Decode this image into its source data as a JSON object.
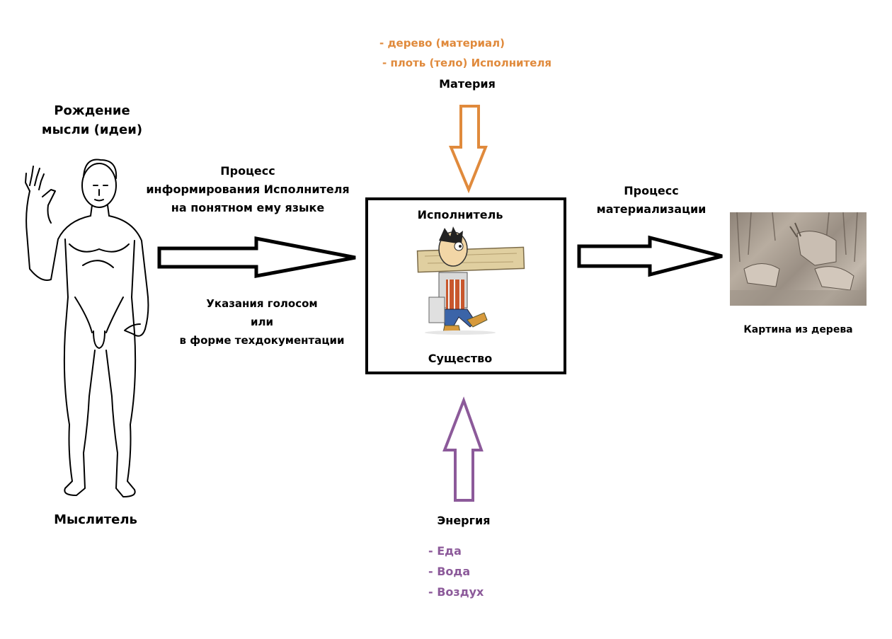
{
  "thinker": {
    "heading_lines": [
      "Рождение",
      "мысли (идеи)"
    ],
    "label": "Мыслитель",
    "figure_icon": "human-figure-outline-icon"
  },
  "informing": {
    "heading_lines": [
      "Процесс",
      "информирования Исполнителя",
      "на понятном ему языке"
    ],
    "method_lines": [
      "Указания голосом",
      "или",
      "в форме техдокументации"
    ]
  },
  "matter": {
    "items": [
      "- дерево (материал)",
      "- плоть (тело) Исполнителя"
    ],
    "label": "Материя",
    "color": "#e08a3c"
  },
  "executor": {
    "title": "Исполнитель",
    "subtitle": "Существо",
    "figure_icon": "worker-carrying-plank-icon"
  },
  "materialization": {
    "heading_lines": [
      "Процесс",
      "материализации"
    ]
  },
  "result": {
    "label": "Картина из дерева",
    "image_icon": "wood-carving-picture-icon"
  },
  "energy": {
    "label": "Энергия",
    "items": [
      "- Еда",
      "- Вода",
      "- Воздух"
    ],
    "color": "#8c5a9a"
  }
}
